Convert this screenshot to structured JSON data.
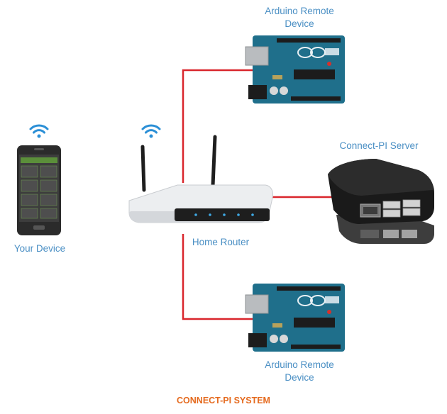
{
  "labels": {
    "arduino_top_line1": "Arduino Remote",
    "arduino_top_line2": "Device",
    "server": "Connect-PI Server",
    "router": "Home Router",
    "your_device": "Your Device",
    "arduino_bottom_line1": "Arduino Remote",
    "arduino_bottom_line2": "Device"
  },
  "caption": "CONNECT-PI SYSTEM",
  "colors": {
    "link_line": "#d9262c",
    "label_text": "#4a8fc4",
    "caption_text": "#e56a1e",
    "wifi": "#2b8fd6",
    "arduino_board": "#1f6f8b",
    "server_body": "#1a1a1a",
    "router_body": "#e9eaec"
  },
  "icons": [
    "wifi-icon",
    "smartphone-icon",
    "router-icon",
    "arduino-board-icon",
    "server-box-icon"
  ]
}
